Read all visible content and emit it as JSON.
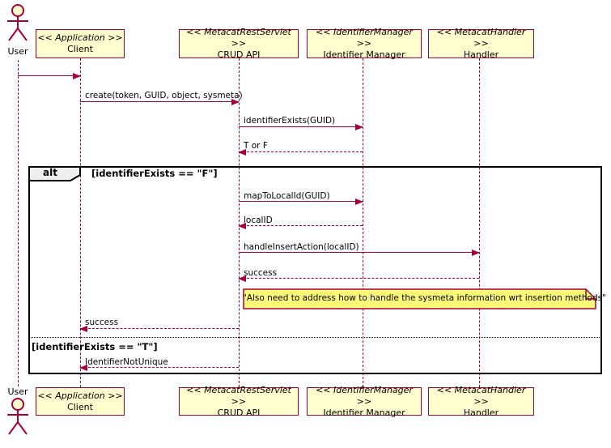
{
  "diagram_type": "uml-sequence-diagram",
  "colors": {
    "accent": "#A80036",
    "participant_fill": "#FEFECE",
    "note_fill": "#FBFB77",
    "frame_operator_fill": "#EEEEEE",
    "frame_border": "#000000"
  },
  "actor": {
    "label": "User"
  },
  "participants": [
    {
      "stereotype": "<< Application >>",
      "name": "Client"
    },
    {
      "stereotype": "<< MetacatRestServlet >>",
      "name": "CRUD API"
    },
    {
      "stereotype": "<< IdentifierManager >>",
      "name": "Identifier Manager"
    },
    {
      "stereotype": "<< MetacatHandler >>",
      "name": "Handler"
    }
  ],
  "messages": {
    "user_to_client": "",
    "create": "create(token, GUID, object, sysmeta)",
    "identifier_exists": "identifierExists(GUID)",
    "t_or_f": "T or F",
    "map_to_local_id": "mapToLocalId(GUID)",
    "local_id": "localID",
    "handle_insert_action": "handleInsertAction(localID)",
    "success_from_handler": "success",
    "success_to_client": "success",
    "identifier_not_unique": "IdentifierNotUnique"
  },
  "alt_frame": {
    "operator": "alt",
    "condition_true": "[identifierExists == \"F\"]",
    "condition_false": "[identifierExists == \"T\"]"
  },
  "note": {
    "text": "\"Also need to address how to handle the sysmeta information wrt insertion methods\""
  }
}
